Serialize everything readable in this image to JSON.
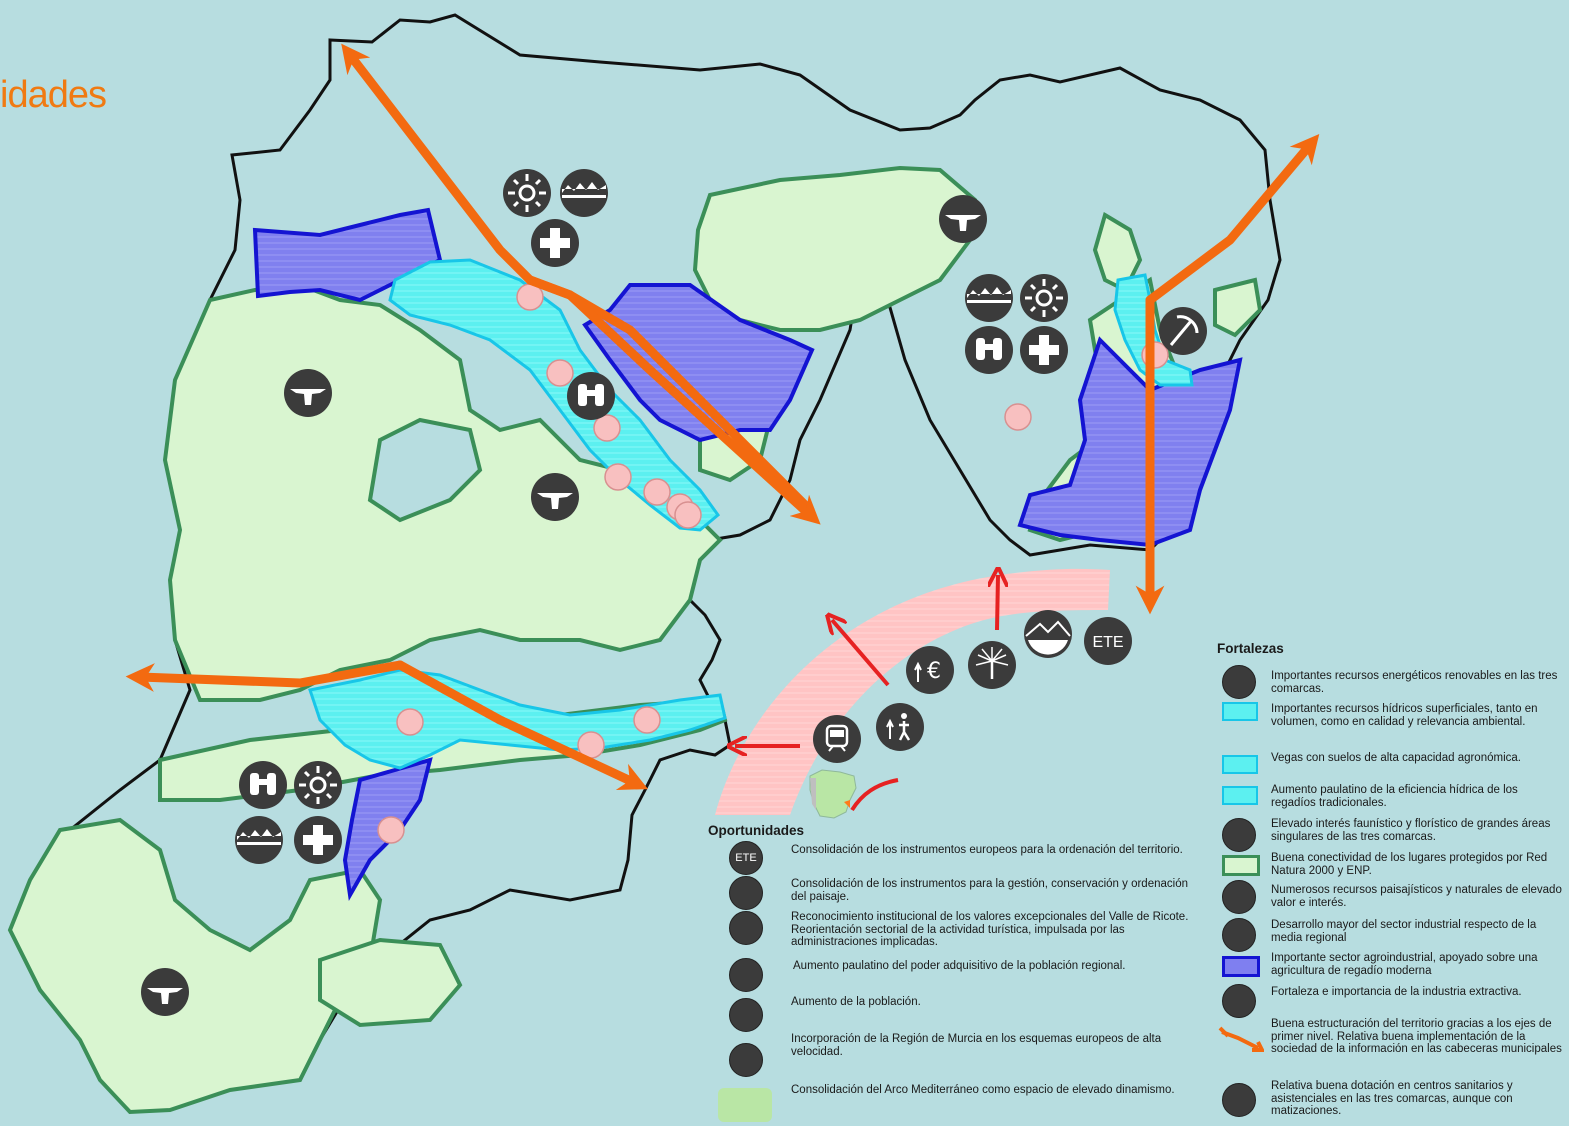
{
  "title": "idades",
  "colors": {
    "sea": "#b7dde0",
    "zone_green": "#d9f5d0",
    "zone_green_stroke": "#3b8f58",
    "water_cyan": "#55f0f0",
    "agro_blue": "#7f7ff0",
    "agro_blue_stroke": "#1414d2",
    "arrow_orange": "#f36a10",
    "arc_pink": "#ffc6c6",
    "arrow_red": "#e62222",
    "icon_dark": "#3b3b3b",
    "node_pink": "#f8c0c0"
  },
  "icons": {
    "sun": "sun-icon",
    "factory": "factory-icon",
    "cross": "medical-cross-icon",
    "bird": "eagle-icon",
    "binoculars": "binoculars-icon",
    "pickaxe": "pickaxe-icon",
    "train": "train-icon",
    "people": "population-icon",
    "euro": "euro-icon",
    "palm": "palm-tree-icon",
    "landscape": "landscape-icon",
    "ete": "ETE"
  },
  "oportunidades": {
    "heading": "Oportunidades",
    "items": [
      {
        "icon": "ETE",
        "text": "Consolidación de los instrumentos europeos para la ordenación del territorio."
      },
      {
        "icon": "landscape-icon",
        "text": "Consolidación de los instrumentos para la gestión, conservación y ordenación del paisaje."
      },
      {
        "icon": "palm-tree-icon",
        "text": "Reconocimiento institucional de los valores excepcionales del Valle de Ricote. Reorientación sectorial de la actividad turística, impulsada por las administraciones implicadas."
      },
      {
        "icon": "euro-icon",
        "text": "Aumento paulatino del poder adquisitivo de la población regional."
      },
      {
        "icon": "population-icon",
        "text": "Aumento de la población."
      },
      {
        "icon": "train-icon",
        "text": "Incorporación de la Región de Murcia en los esquemas europeos de alta velocidad."
      },
      {
        "icon": "iberia-map-icon",
        "text": "Consolidación del Arco Mediterráneo como espacio de elevado dinamismo."
      }
    ]
  },
  "fortalezas": {
    "heading": "Fortalezas",
    "items": [
      {
        "icon": "sun-icon",
        "text": "Importantes recursos energéticos renovables en las tres comarcas."
      },
      {
        "icon": "cyan-area",
        "text": "Importantes recursos hídricos superficiales, tanto en volumen, como en calidad y relevancia ambiental."
      },
      {
        "icon": "cyan-area",
        "text": "Vegas con suelos de alta capacidad agronómica."
      },
      {
        "icon": "cyan-area",
        "text": "Aumento paulatino de la eficiencia hídrica de los regadíos tradicionales."
      },
      {
        "icon": "eagle-icon",
        "text": "Elevado interés faunístico y florístico de grandes áreas singulares de las tres comarcas."
      },
      {
        "icon": "green-area",
        "text": "Buena conectividad de los lugares protegidos por Red Natura 2000 y ENP."
      },
      {
        "icon": "binoculars-icon",
        "text": "Numerosos recursos paisajísticos y naturales de elevado valor e interés."
      },
      {
        "icon": "factory-icon",
        "text": "Desarrollo mayor del sector industrial respecto de la media regional"
      },
      {
        "icon": "blue-area",
        "text": "Importante sector agroindustrial, apoyado sobre una agricultura de regadío moderna"
      },
      {
        "icon": "pickaxe-icon",
        "text": "Fortaleza e importancia de la industria extractiva."
      },
      {
        "icon": "orange-arrow",
        "text": "Buena estructuración del territorio gracias a los ejes de primer nivel. Relativa buena implementación de la sociedad de la información en las cabeceras municipales"
      },
      {
        "icon": "medical-cross-icon",
        "text": "Relativa buena dotación en centros sanitarios y asistenciales en las tres comarcas, aunque con matizaciones."
      }
    ]
  },
  "map_labels": {
    "ete": "ETE"
  }
}
